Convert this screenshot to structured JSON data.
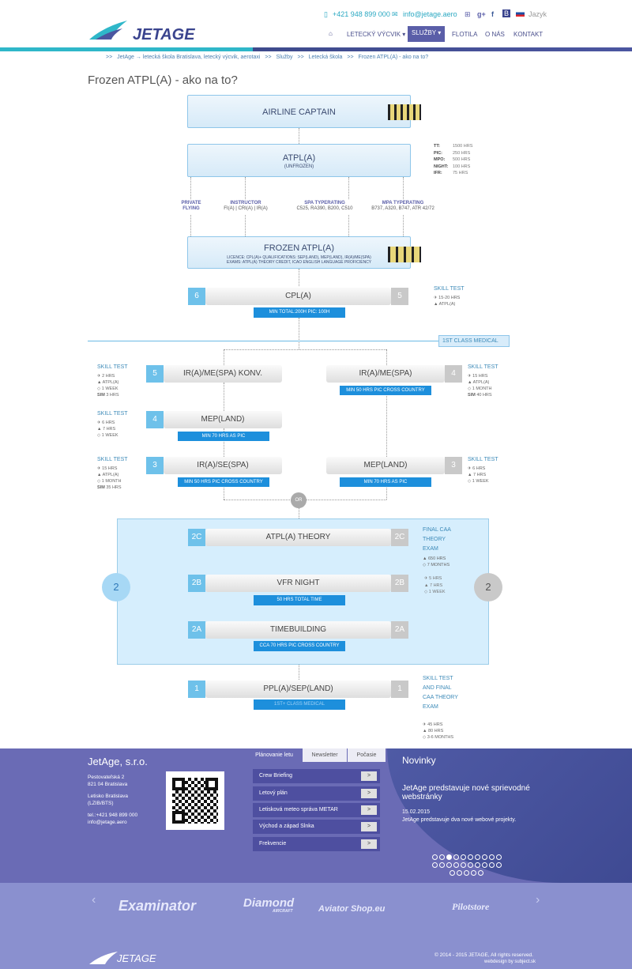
{
  "header": {
    "phone": "+421 948 899 000",
    "email": "info@jetage.aero",
    "language": "Jazyk",
    "brand": "JETAGE",
    "nav": [
      "LETECKÝ VÝCVIK",
      "SLUŽBY",
      "FLOTILA",
      "O NÁS",
      "KONTAKT"
    ],
    "accent": "#2fb7c9"
  },
  "breadcrumb": [
    ">>",
    "JetAge → letecká škola Bratislava, letecký výcvik, aerotaxi",
    ">>",
    "Služby",
    ">>",
    "Letecká škola",
    ">>",
    "Frozen ATPL(A) - ako na to?"
  ],
  "page_title": "Frozen ATPL(A) - ako na to?",
  "diagram": {
    "captain": "AIRLINE CAPTAIN",
    "atpl": {
      "title": "ATPL(A)",
      "sub": "(UNFROZEN)"
    },
    "atpl_stats": [
      [
        "TT:",
        "1500 HRS"
      ],
      [
        "PIC:",
        "250 HRS"
      ],
      [
        "MPO:",
        "500 HRS"
      ],
      [
        "NIGHT:",
        "100 HRS"
      ],
      [
        "IFR:",
        "75 HRS"
      ]
    ],
    "options": [
      {
        "title": "PRIVATE FLYING",
        "sub": ""
      },
      {
        "title": "INSTRUCTOR",
        "sub": "FI(A) | CRI(A) | IR(A)"
      },
      {
        "title": "SPA TYPERATING",
        "sub": "C525, RA390, B200, C510"
      },
      {
        "title": "MPA TYPERATING",
        "sub": "B737, A320, B747, ATR 42/72"
      }
    ],
    "frozen": {
      "title": "FROZEN ATPL(A)",
      "line1": "LICENCE: CPL(A)+ QUALIFICATIONS: SEP(LAND), MEP(LAND), IR(A)/ME(SPA)",
      "line2": "EXAMS: ATPL(A) THEORY CREDIT, ICAO ENGLISH LANGUAGE PROFICIENCY"
    },
    "cpl": {
      "left": "6",
      "label": "CPL(A)",
      "right": "5",
      "sub": "MIN TOTAL:200H PIC: 100H"
    },
    "cpl_side": {
      "title": "SKILL TEST",
      "lines": [
        "15-20 HRS",
        "ATPL(A)"
      ]
    },
    "medical": "1ST CLASS MEDICAL",
    "left_col": [
      {
        "num": "5",
        "label": "IR(A)/ME(SPA) KONV.",
        "sub": ""
      },
      {
        "num": "4",
        "label": "MEP(LAND)",
        "sub": "MIN 70 HRS AS PIC"
      },
      {
        "num": "3",
        "label": "IR(A)/SE(SPA)",
        "sub": "MIN 50 HRS PIC CROSS COUNTRY"
      }
    ],
    "left_side": [
      {
        "title": "SKILL TEST",
        "lines": [
          "2 HRS",
          "ATPL(A)",
          "1 WEEK",
          "3 HRS"
        ],
        "sim": "SIM"
      },
      {
        "title": "SKILL TEST",
        "lines": [
          "6 HRS",
          "7 HRS",
          "1 WEEK"
        ],
        "sim": ""
      },
      {
        "title": "SKILL TEST",
        "lines": [
          "15 HRS",
          "ATPL(A)",
          "1 MONTH",
          "35 HRS"
        ],
        "sim": "SIM"
      }
    ],
    "right_col": [
      {
        "num": "4",
        "label": "IR(A)/ME(SPA)",
        "sub": "MIN 50 HRS PIC CROSS COUNTRY"
      },
      {
        "num": "3",
        "label": "MEP(LAND)",
        "sub": "MIN 70 HRS AS PIC"
      }
    ],
    "right_side": [
      {
        "title": "SKILL TEST",
        "lines": [
          "15 HRS",
          "ATPL(A)",
          "1 MONTH",
          "40 HRS"
        ],
        "sim": "SIM"
      },
      {
        "title": "SKILL TEST",
        "lines": [
          "6 HRS",
          "7 HRS",
          "1 WEEK"
        ],
        "sim": ""
      }
    ],
    "or": "OR",
    "phase2": "2",
    "stage2": [
      {
        "num": "2C",
        "label": "ATPL(A) THEORY",
        "sub": ""
      },
      {
        "num": "2B",
        "label": "VFR NIGHT",
        "sub": "50 HRS TOTAL TIME"
      },
      {
        "num": "2A",
        "label": "TIMEBUILDING",
        "sub": "CCA 70 HRS PIC CROSS COUNTRY"
      }
    ],
    "stage2_side": {
      "title": "FINAL CAA THEORY EXAM",
      "lines": [
        "650 HRS",
        "7 MONTHS"
      ]
    },
    "stage2b_side": [
      "5 HRS",
      "7 HRS",
      "1 WEEK"
    ],
    "ppl": {
      "left": "1",
      "label": "PPL(A)/SEP(LAND)",
      "right": "1",
      "sub": "1ST+ CLASS MEDICAL"
    },
    "ppl_side": {
      "title": "SKILL TEST AND FINAL CAA THEORY EXAM",
      "lines": [
        "45 HRS",
        "80 HRS",
        "3-6 MONTHS"
      ]
    }
  },
  "footer": {
    "company": "JetAge, s.r.o.",
    "address": [
      "Pestovateľská 2",
      "821 04 Bratislava",
      "",
      "Letisko Bratislava",
      "(LZIB/BTS)",
      "",
      "tel.:+421 948 899 000",
      "info@jetage.aero"
    ],
    "tabs": [
      "Plánovanie letu",
      "Newsletter",
      "Počasie"
    ],
    "links": [
      "Crew Briefing",
      "Letový plán",
      "Letisková meteo správa METAR",
      "Východ a západ Slnka",
      "Frekvencie"
    ],
    "go": ">",
    "news_title": "Novinky",
    "news_headline": "JetAge predstavuje nové sprievodné webstránky",
    "news_date": "15.02.2015",
    "news_text": "JetAge predstavuje dva nové webové projekty.",
    "sponsors": [
      "Examinator",
      "Diamond",
      "AIRCRAFT",
      "Aviator Shop.eu",
      "Pilotstore"
    ],
    "copyright": "© 2014 - 2015 JETAGE, All rights reserved.",
    "webdesign": "webdesign by subject.sk"
  }
}
